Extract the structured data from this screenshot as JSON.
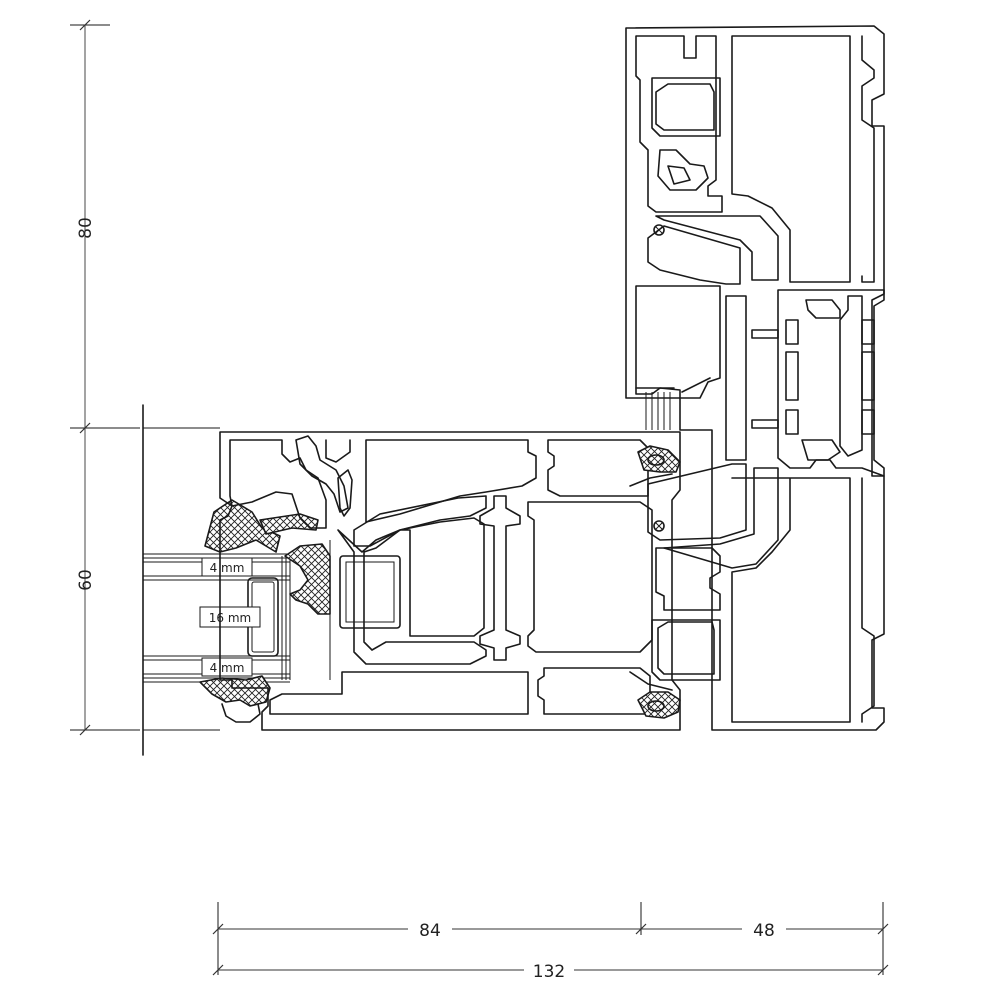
{
  "dimensions": {
    "vertical_top": "80",
    "vertical_bottom": "60",
    "horizontal_left": "84",
    "horizontal_right": "48",
    "horizontal_total": "132"
  },
  "glazing": {
    "outer_pane": "4 mm",
    "cavity": "16 mm",
    "inner_pane": "4 mm"
  }
}
